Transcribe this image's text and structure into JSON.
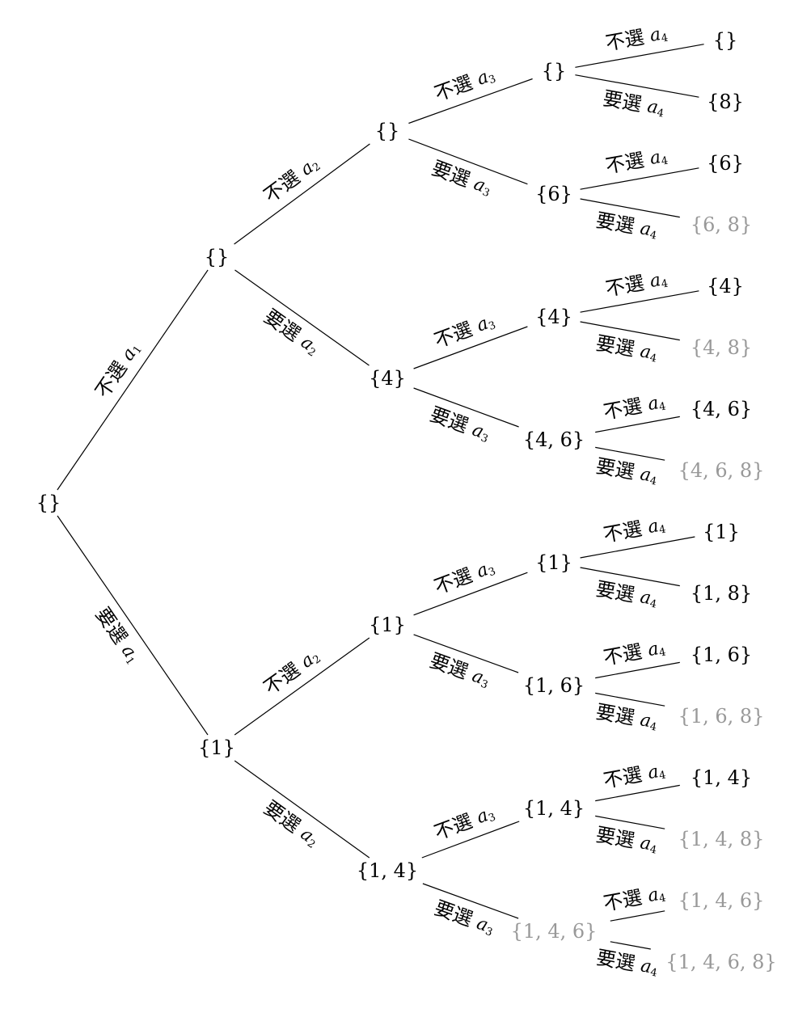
{
  "tree": {
    "label_words": {
      "skip": "不選",
      "take": "要選"
    },
    "variable": "a",
    "colors": {
      "normal": "#000000",
      "pruned": "#999999"
    },
    "nodes": [
      {
        "id": "r",
        "text": "{}",
        "pruned": false
      },
      {
        "id": "0",
        "text": "{}",
        "pruned": false
      },
      {
        "id": "1",
        "text": "{1}",
        "pruned": false
      },
      {
        "id": "00",
        "text": "{}",
        "pruned": false
      },
      {
        "id": "01",
        "text": "{4}",
        "pruned": false
      },
      {
        "id": "10",
        "text": "{1}",
        "pruned": false
      },
      {
        "id": "11",
        "text": "{1, 4}",
        "pruned": false
      },
      {
        "id": "000",
        "text": "{}",
        "pruned": false
      },
      {
        "id": "001",
        "text": "{6}",
        "pruned": false
      },
      {
        "id": "010",
        "text": "{4}",
        "pruned": false
      },
      {
        "id": "011",
        "text": "{4, 6}",
        "pruned": false
      },
      {
        "id": "100",
        "text": "{1}",
        "pruned": false
      },
      {
        "id": "101",
        "text": "{1, 6}",
        "pruned": false
      },
      {
        "id": "110",
        "text": "{1, 4}",
        "pruned": false
      },
      {
        "id": "111",
        "text": "{1, 4, 6}",
        "pruned": true
      },
      {
        "id": "0000",
        "text": "{}",
        "pruned": false
      },
      {
        "id": "0001",
        "text": "{8}",
        "pruned": false
      },
      {
        "id": "0010",
        "text": "{6}",
        "pruned": false
      },
      {
        "id": "0011",
        "text": "{6, 8}",
        "pruned": true
      },
      {
        "id": "0100",
        "text": "{4}",
        "pruned": false
      },
      {
        "id": "0101",
        "text": "{4, 8}",
        "pruned": true
      },
      {
        "id": "0110",
        "text": "{4, 6}",
        "pruned": false
      },
      {
        "id": "0111",
        "text": "{4, 6, 8}",
        "pruned": true
      },
      {
        "id": "1000",
        "text": "{1}",
        "pruned": false
      },
      {
        "id": "1001",
        "text": "{1, 8}",
        "pruned": false
      },
      {
        "id": "1010",
        "text": "{1, 6}",
        "pruned": false
      },
      {
        "id": "1011",
        "text": "{1, 6, 8}",
        "pruned": true
      },
      {
        "id": "1100",
        "text": "{1, 4}",
        "pruned": false
      },
      {
        "id": "1101",
        "text": "{1, 4, 8}",
        "pruned": true
      },
      {
        "id": "1110",
        "text": "{1, 4, 6}",
        "pruned": true
      },
      {
        "id": "1111",
        "text": "{1, 4, 6, 8}",
        "pruned": true
      }
    ]
  }
}
